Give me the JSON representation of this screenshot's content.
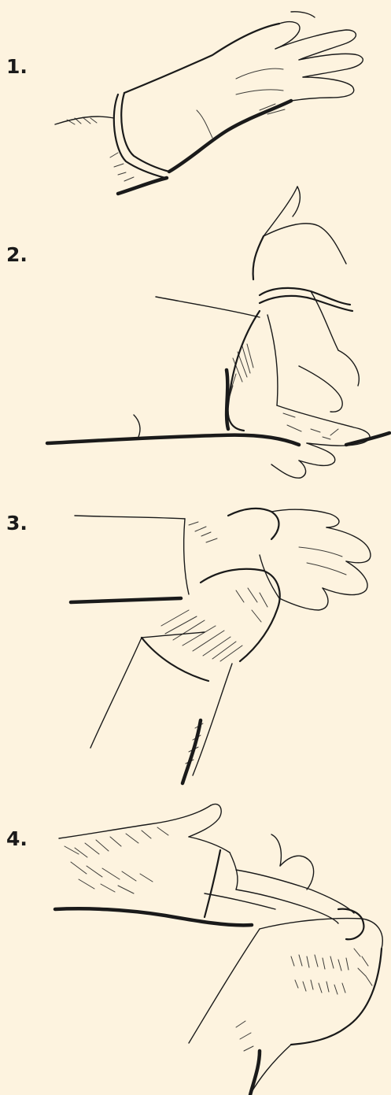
{
  "steps": [
    {
      "number": "1."
    },
    {
      "number": "2."
    },
    {
      "number": "3."
    },
    {
      "number": "4."
    }
  ],
  "colors": {
    "background": "#fdf3df",
    "ink": "#1a1a1a"
  },
  "icons": [
    "gloved-hand-icon",
    "glove-cuff-pinch-icon",
    "glove-peel-off-icon",
    "finger-under-cuff-icon"
  ]
}
